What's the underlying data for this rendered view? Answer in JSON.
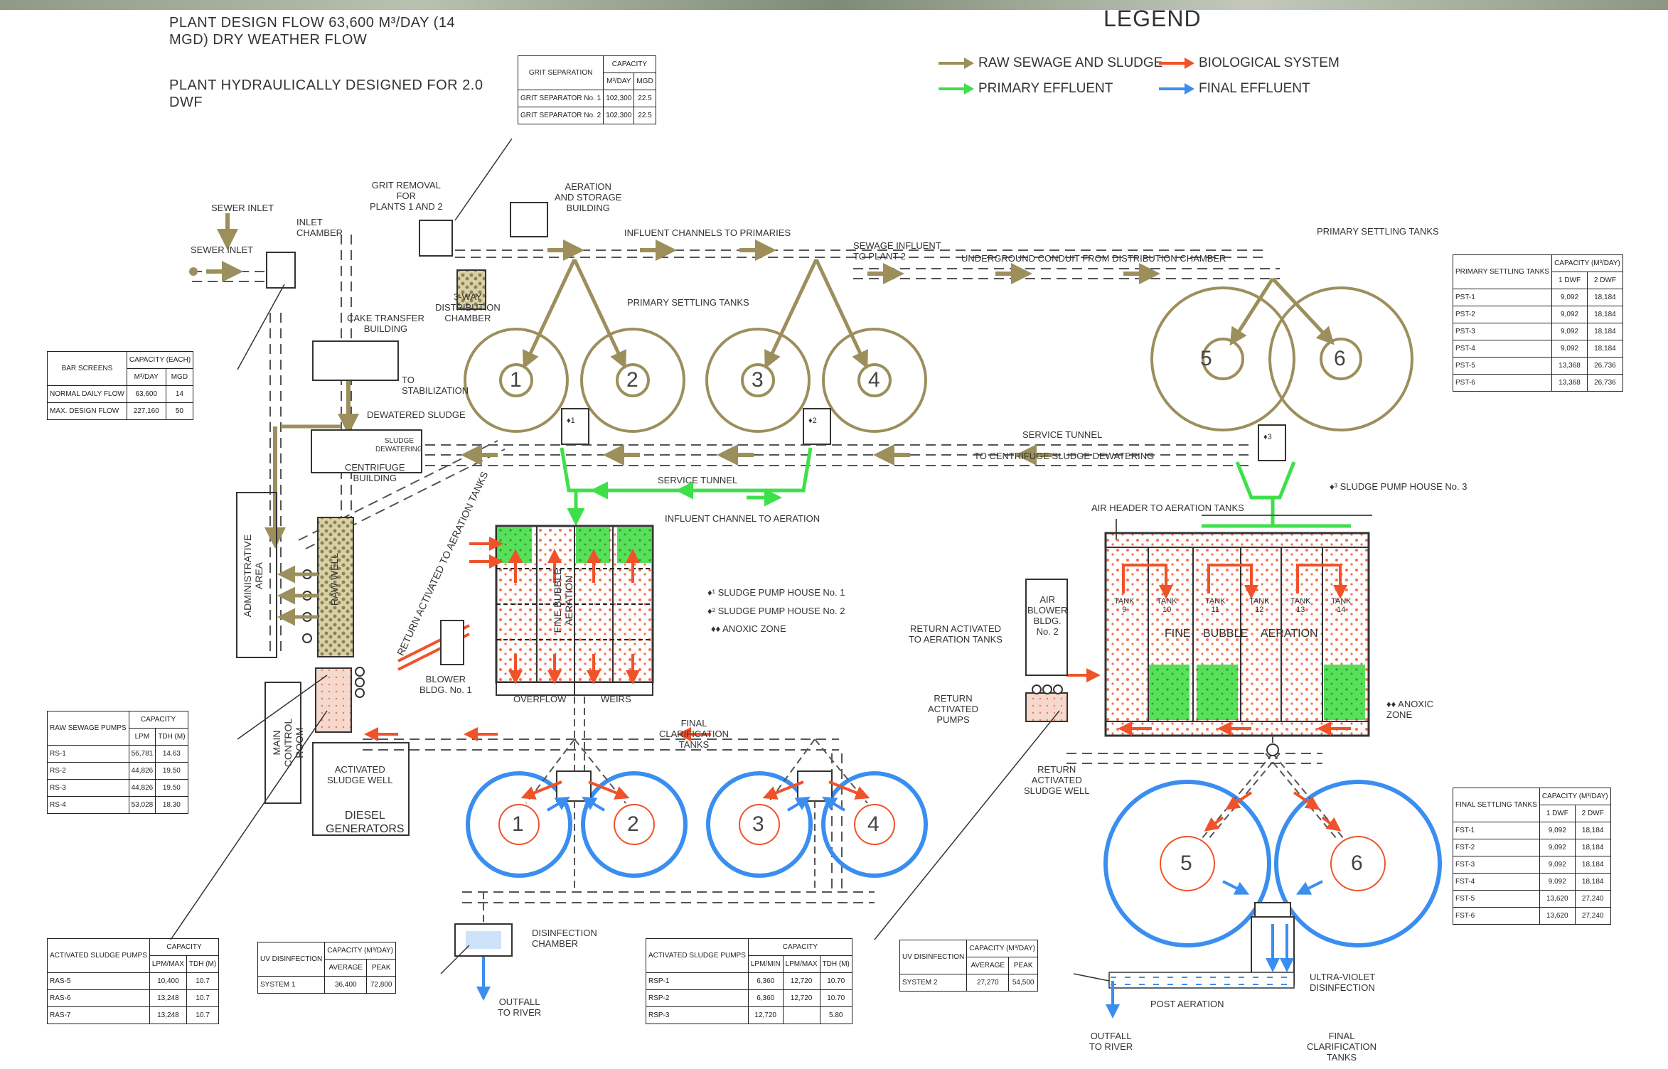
{
  "notes": {
    "design_flow": "PLANT DESIGN FLOW 63,600 M³/DAY (14\nMGD) DRY WEATHER FLOW",
    "hydraulic": "PLANT HYDRAULICALLY DESIGNED FOR 2.0\nDWF"
  },
  "legend": {
    "title": "LEGEND",
    "items": [
      {
        "label": "RAW SEWAGE AND SLUDGE",
        "color": "#9c8f5c"
      },
      {
        "label": "BIOLOGICAL SYSTEM",
        "color": "#f0522a"
      },
      {
        "label": "PRIMARY EFFLUENT",
        "color": "#3ee04a"
      },
      {
        "label": "FINAL EFFLUENT",
        "color": "#3a8ef0"
      }
    ]
  },
  "colors": {
    "sewage": "#9c8f5c",
    "biological": "#f0522a",
    "primary": "#3ee04a",
    "final": "#3a8ef0",
    "dash": "#555555"
  },
  "labels": {
    "sewer_inlet_1": "SEWER INLET",
    "sewer_inlet_2": "SEWER INLET",
    "inlet_chamber": "INLET\nCHAMBER",
    "grit_removal": "GRIT REMOVAL\nFOR\nPLANTS 1 AND 2",
    "distribution_chamber": "3-WAY\nDISTRIBUTION\nCHAMBER",
    "aeration_storage": "AERATION\nAND STORAGE\nBUILDING",
    "influent_channels": "INFLUENT CHANNELS TO PRIMARIES",
    "sewage_influent_plant2": "SEWAGE INFLUENT\nTO PLANT 2",
    "underground_conduit": "UNDERGROUND CONDUIT FROM DISTRIBUTION CHAMBER",
    "primary_settling_left": "PRIMARY SETTLING TANKS",
    "primary_settling_right": "PRIMARY SETTLING TANKS",
    "cake_transfer": "CAKE TRANSFER\nBUILDING",
    "to_stabilization": "TO\nSTABILIZATION",
    "dewatered_sludge": "DEWATERED SLUDGE",
    "sludge_dewatering": "SLUDGE\nDEWATERING",
    "centrifuge_building": "CENTRIFUGE\nBUILDING",
    "service_tunnel_left": "SERVICE TUNNEL",
    "service_tunnel_right": "SERVICE TUNNEL",
    "to_centrifuge": "TO CENTRIFUGE SLUDGE DEWATERING",
    "influent_to_aeration": "INFLUENT CHANNEL TO AERATION",
    "sludge_pump_house_3": "♦³ SLUDGE PUMP HOUSE No. 3",
    "air_header": "AIR HEADER TO AERATION TANKS",
    "administrative_area": "ADMINISTRATIVE\nAREA",
    "raw_well": "RAW WELL",
    "return_activated_left": "RETURN ACTIVATED TO\nAERATION TANKS",
    "fine_bubble_aeration_left": "FINE BUBBLE AERATION",
    "sludge_pump_house_1": "♦¹ SLUDGE PUMP HOUSE No. 1",
    "sludge_pump_house_2": "♦² SLUDGE PUMP HOUSE No. 2",
    "anoxic_zone_left": "♦♦ ANOXIC ZONE",
    "blower_bldg_1": "BLOWER\nBLDG. No. 1",
    "overflow": "OVERFLOW",
    "weirs": "WEIRS",
    "main_control_room": "MAIN\nCONTROL\nROOM",
    "activated_sludge_well": "ACTIVATED\nSLUDGE WELL",
    "diesel_generators": "DIESEL\nGENERATORS",
    "final_clarification_left": "FINAL\nCLARIFICATION\nTANKS",
    "disinfection_chamber": "DISINFECTION\nCHAMBER",
    "outfall_left": "OUTFALL\nTO RIVER",
    "return_activated_right": "RETURN ACTIVATED\nTO AERATION TANKS",
    "air_blower_bldg_2": "AIR\nBLOWER\nBLDG.\nNo. 2",
    "return_activated_pumps": "RETURN\nACTIVATED\nPUMPS",
    "return_activated_well": "RETURN\nACTIVATED\nSLUDGE WELL",
    "fine": "FINE",
    "bubble": "BUBBLE",
    "aeration": "AERATION",
    "anoxic_zone_right": "♦♦ ANOXIC\nZONE",
    "ultra_violet": "ULTRA-VIOLET\nDISINFECTION",
    "post_aeration": "POST AERATION",
    "outfall_right": "OUTFALL\nTO RIVER",
    "final_clarification_right": "FINAL\nCLARIFICATION\nTANKS",
    "tank_9": "TANK\n9",
    "tank_10": "TANK\n10",
    "tank_11": "TANK\n11",
    "tank_12": "TANK\n12",
    "tank_13": "TANK\n13",
    "tank_14": "TANK\n14",
    "pump_house_1": "♦1",
    "pump_house_2": "♦2",
    "pump_house_3": "♦3"
  },
  "tank_numbers": {
    "pst": [
      "1",
      "2",
      "3",
      "4",
      "5",
      "6"
    ],
    "fst": [
      "1",
      "2",
      "3",
      "4",
      "5",
      "6"
    ]
  },
  "tables": {
    "grit": {
      "h1": "GRIT SEPARATION",
      "h2": "CAPACITY",
      "u1": "M³/DAY",
      "u2": "MGD",
      "rows": [
        [
          "GRIT SEPARATOR No. 1",
          "102,300",
          "22.5"
        ],
        [
          "GRIT SEPARATOR No. 2",
          "102,300",
          "22.5"
        ]
      ]
    },
    "bar": {
      "h1": "BAR SCREENS",
      "h2": "CAPACITY (EACH)",
      "u1": "M³/DAY",
      "u2": "MGD",
      "rows": [
        [
          "NORMAL DAILY FLOW",
          "63,600",
          "14"
        ],
        [
          "MAX. DESIGN FLOW",
          "227,160",
          "50"
        ]
      ]
    },
    "rsp": {
      "h1": "RAW SEWAGE PUMPS",
      "h2": "CAPACITY",
      "u1": "LPM",
      "u2": "TDH (M)",
      "rows": [
        [
          "RS-1",
          "56,781",
          "14.63"
        ],
        [
          "RS-2",
          "44,826",
          "19.50"
        ],
        [
          "RS-3",
          "44,826",
          "19.50"
        ],
        [
          "RS-4",
          "53,028",
          "18.30"
        ]
      ]
    },
    "asp1": {
      "h1": "ACTIVATED SLUDGE PUMPS",
      "h2": "CAPACITY",
      "u1": "LPM/MAX",
      "u2": "TDH (M)",
      "rows": [
        [
          "RAS-5",
          "10,400",
          "10.7"
        ],
        [
          "RAS-6",
          "13,248",
          "10.7"
        ],
        [
          "RAS-7",
          "13,248",
          "10.7"
        ]
      ]
    },
    "uv1": {
      "h1": "UV DISINFECTION",
      "h2": "CAPACITY (M³/DAY)",
      "u1": "AVERAGE",
      "u2": "PEAK",
      "rows": [
        [
          "SYSTEM 1",
          "36,400",
          "72,800"
        ]
      ]
    },
    "asp2": {
      "h1": "ACTIVATED SLUDGE PUMPS",
      "h2": "CAPACITY",
      "u1": "LPM/MIN",
      "u2": "LPM/MAX",
      "u3": "TDH (M)",
      "rows": [
        [
          "RSP-1",
          "6,360",
          "12,720",
          "10.70"
        ],
        [
          "RSP-2",
          "6,360",
          "12,720",
          "10.70"
        ],
        [
          "RSP-3",
          "12,720",
          "",
          "5.80"
        ]
      ]
    },
    "uv2": {
      "h1": "UV DISINFECTION",
      "h2": "CAPACITY (M³/DAY)",
      "u1": "AVERAGE",
      "u2": "PEAK",
      "rows": [
        [
          "SYSTEM 2",
          "27,270",
          "54,500"
        ]
      ]
    },
    "pst": {
      "h1": "PRIMARY SETTLING TANKS",
      "h2": "CAPACITY (M³/DAY)",
      "u1": "1 DWF",
      "u2": "2 DWF",
      "rows": [
        [
          "PST-1",
          "9,092",
          "18,184"
        ],
        [
          "PST-2",
          "9,092",
          "18,184"
        ],
        [
          "PST-3",
          "9,092",
          "18,184"
        ],
        [
          "PST-4",
          "9,092",
          "18,184"
        ],
        [
          "PST-5",
          "13,368",
          "26,736"
        ],
        [
          "PST-6",
          "13,368",
          "26,736"
        ]
      ]
    },
    "fst": {
      "h1": "FINAL SETTLING TANKS",
      "h2": "CAPACITY (M³/DAY)",
      "u1": "1 DWF",
      "u2": "2 DWF",
      "rows": [
        [
          "FST-1",
          "9,092",
          "18,184"
        ],
        [
          "FST-2",
          "9,092",
          "18,184"
        ],
        [
          "FST-3",
          "9,092",
          "18,184"
        ],
        [
          "FST-4",
          "9,092",
          "18,184"
        ],
        [
          "FST-5",
          "13,620",
          "27,240"
        ],
        [
          "FST-6",
          "13,620",
          "27,240"
        ]
      ]
    }
  }
}
